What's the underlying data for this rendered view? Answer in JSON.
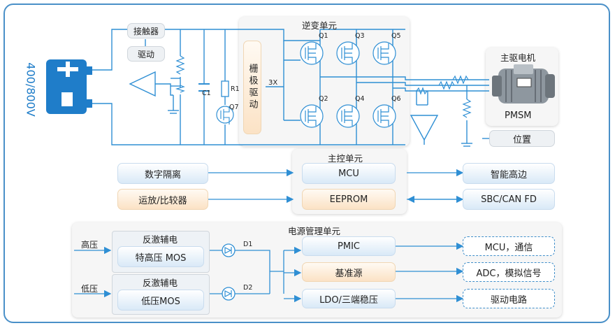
{
  "battery": {
    "voltage": "400/800V"
  },
  "power_stage": {
    "contactor": "接触器",
    "driver": "驱动",
    "capacitor": "C1",
    "resistor": "R1",
    "switch": "Q7",
    "inverter_title": "逆变单元",
    "gate_driver": "栅极驱动",
    "gate_count": "3X",
    "switches": [
      "Q1",
      "Q3",
      "Q5",
      "Q2",
      "Q4",
      "Q6"
    ]
  },
  "motor": {
    "title": "主驱电机",
    "type": "PMSM",
    "position": "位置"
  },
  "control": {
    "title": "主控单元",
    "mcu": "MCU",
    "eeprom": "EEPROM",
    "digital_isolation": "数字隔离",
    "opamp": "运放/比较器",
    "smart_high_side": "智能高边",
    "sbc": "SBC/CAN FD"
  },
  "power_mgmt": {
    "title": "电源管理单元",
    "hv_label": "高压",
    "lv_label": "低压",
    "flyback1": "反激辅电",
    "mos1": "特高压 MOS",
    "flyback2": "反激辅电",
    "mos2": "低压MOS",
    "diode1": "D1",
    "diode2": "D2",
    "pmic": "PMIC",
    "reference": "基准源",
    "ldo": "LDO/三端稳压",
    "out1": "MCU，通信",
    "out2": "ADC，模拟信号",
    "out3": "驱动电路"
  },
  "colors": {
    "accent": "#2f8fd4",
    "border": "#4a90c8",
    "orange": "#fbe2c5",
    "blue": "#d9e9f7"
  }
}
